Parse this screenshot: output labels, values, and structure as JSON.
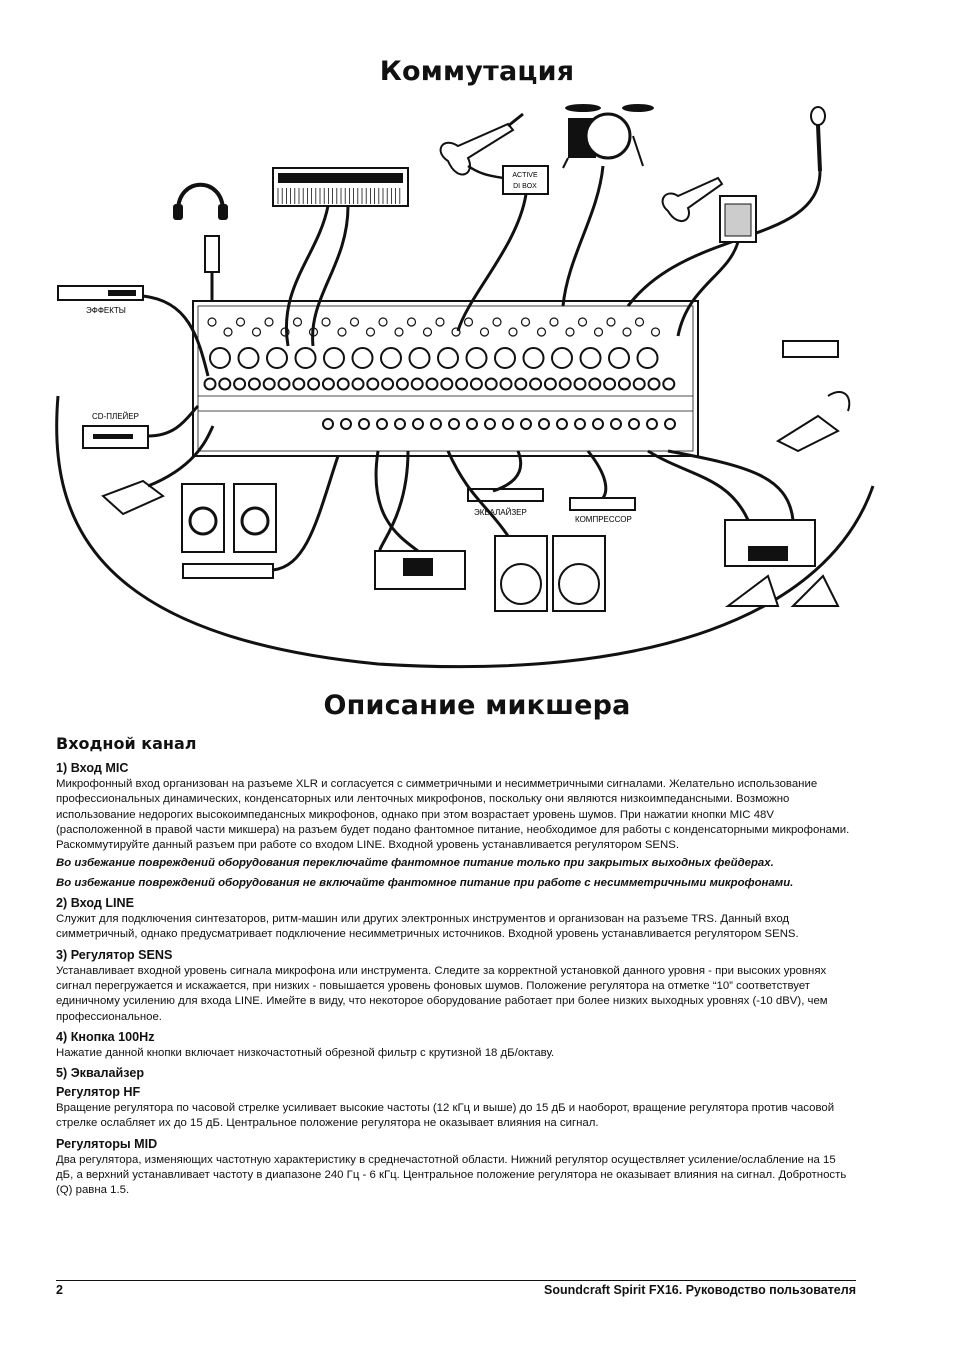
{
  "page": {
    "title_routing": "Коммутация",
    "title_description": "Описание микшера"
  },
  "diagram": {
    "labels": {
      "effects": "ЭФФЕКТЫ",
      "cd_player": "CD-ПЛЕЙЕР",
      "equalizer": "ЭКВАЛАЙЗЕР",
      "compressor": "КОМПРЕССОР",
      "active_di_line1": "ACTIVE",
      "active_di_line2": "DI BOX"
    }
  },
  "section": {
    "heading": "Входной канал",
    "items": [
      {
        "heading": "1) Вход MIC",
        "text": "Микрофонный вход организован на разъеме XLR и согласуется с симметричными и несимметричными сигналами. Желательно использование профессиональных динамических, конденсаторных или ленточных микрофонов, поскольку они являются низкоимпедансными. Возможно использование недорогих высокоимпедансных микрофонов, однако при этом возрастает уровень шумов. При нажатии кнопки MIC 48V (расположенной в правой части микшера) на разъем будет подано фантомное питание, необходимое для работы с конденсаторными микрофонами. Раскоммутируйте данный разъем при работе со входом LINE. Входной уровень устанавливается регулятором SENS.",
        "warning1": "Во избежание повреждений оборудования переключайте фантомное питание только при закрытых выходных фейдерах.",
        "warning2": "Во избежание повреждений оборудования не включайте фантомное питание при работе с несимметричными микрофонами."
      },
      {
        "heading": "2) Вход LINE",
        "text": "Служит для подключения синтезаторов, ритм-машин или других электронных инструментов и организован на разъеме TRS. Данный вход симметричный, однако предусматривает подключение несимметричных источников. Входной уровень устанавливается регулятором SENS."
      },
      {
        "heading": "3) Регулятор SENS",
        "text": "Устанавливает входной уровень сигнала микрофона или инструмента. Следите за корректной установкой данного уровня - при высоких уровнях сигнал перегружается и искажается, при низких - повышается уровень фоновых шумов. Положение регулятора на отметке “10” соответствует единичному усилению для входа LINE. Имейте в виду, что некоторое оборудование работает при более низких выходных уровнях (-10 dBV), чем профессиональное."
      },
      {
        "heading": "4) Кнопка 100Hz",
        "text": "Нажатие данной кнопки включает низкочастотный обрезной фильтр с крутизной 18 дБ/октаву."
      },
      {
        "heading": "5) Эквалайзер",
        "sub1_heading": "Регулятор HF",
        "sub1_text": "Вращение регулятора по часовой стрелке усиливает высокие частоты (12 кГц и выше) до 15 дБ и наоборот, вращение регулятора против часовой стрелке ослабляет их до 15 дБ. Центральное положение регулятора не оказывает влияния на сигнал.",
        "sub2_heading": "Регуляторы MID",
        "sub2_text": "Два регулятора, изменяющих частотную характеристику в среднечастотной области. Нижний регулятор осуществляет усиление/ослабление на 15 дБ, а верхний устанавливает частоту в диапазоне 240 Гц - 6 кГц. Центральное положение регулятора не оказывает влияния на сигнал. Добротность (Q) равна 1.5."
      }
    ]
  },
  "footer": {
    "page_number": "2",
    "doc_title": "Soundcraft Spirit FX16. Руководство пользователя"
  }
}
